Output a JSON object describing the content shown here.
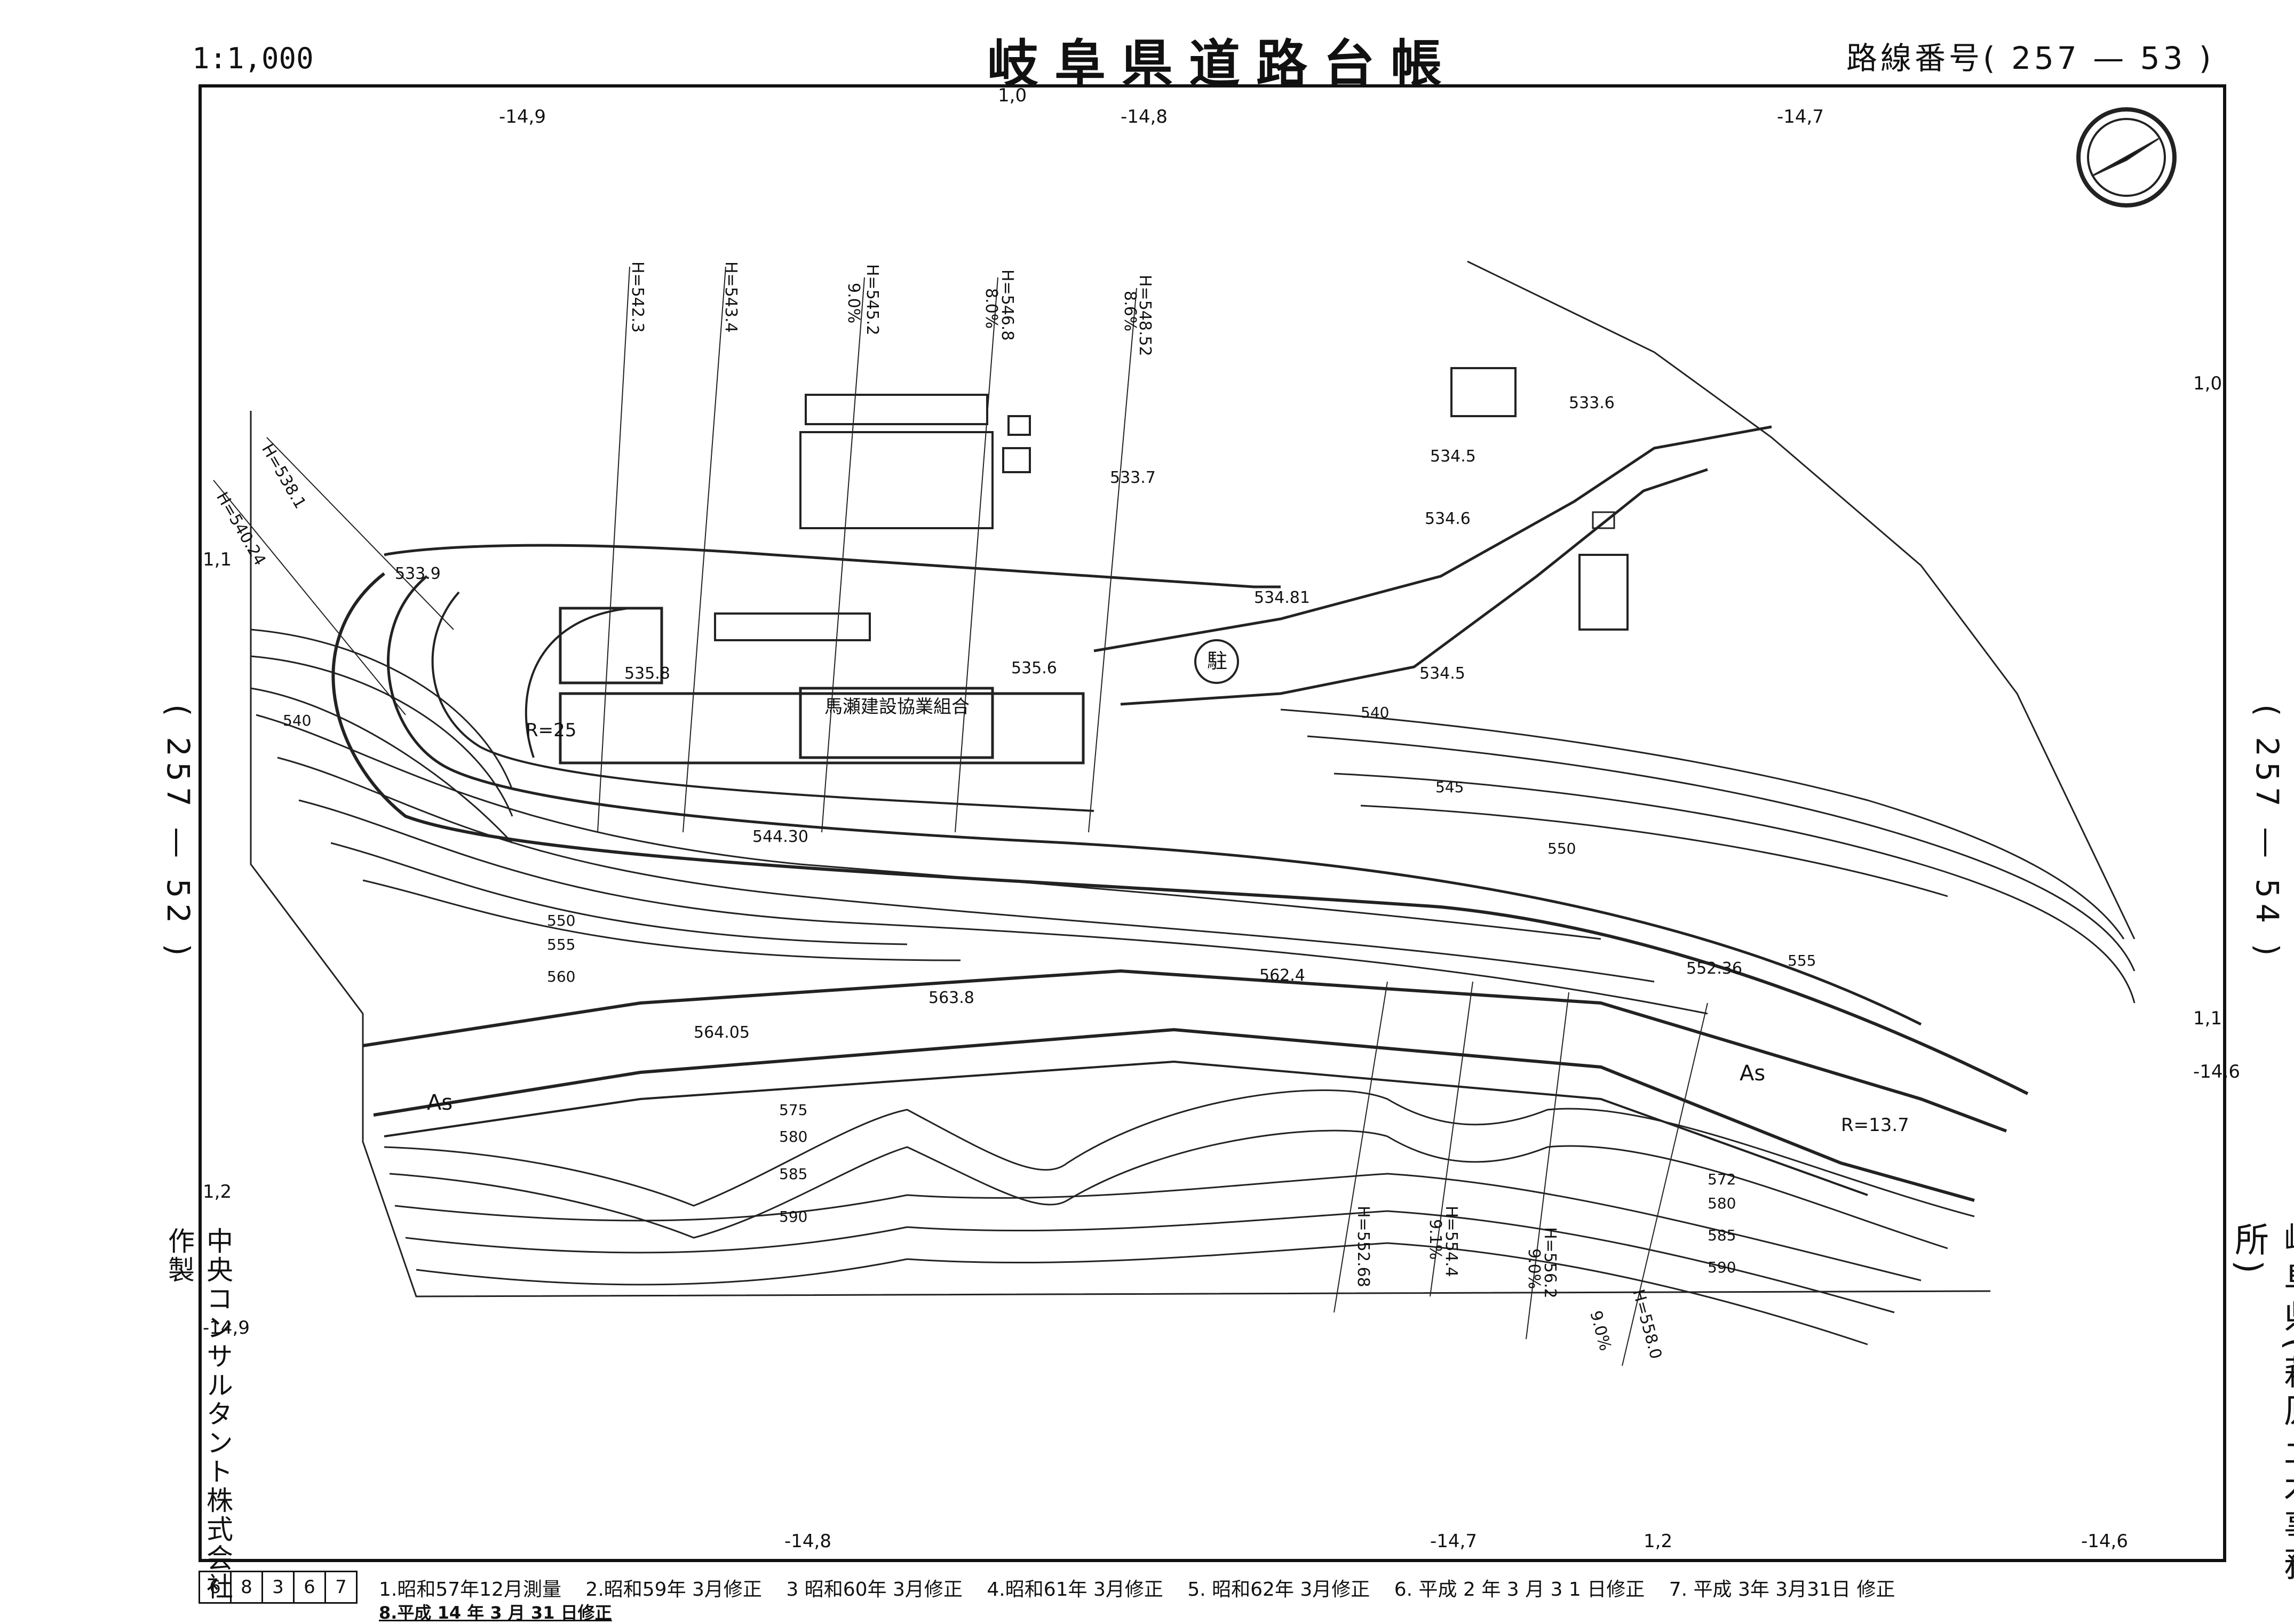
{
  "header": {
    "scale": "1:1,000",
    "title": "岐阜県道路台帳",
    "route_number": "路線番号( 257 — 53 )"
  },
  "side": {
    "left_route": "( 257 — 52 )",
    "right_route": "( 257 — 54 )",
    "maker": "中央コンサルタント株式会社作製",
    "office": "岐阜県(萩原土木事務所)"
  },
  "sheet_id_digits": [
    "6",
    "8",
    "3",
    "6",
    "7"
  ],
  "revisions": [
    "1.昭和57年12月測量",
    "2.昭和59年 3月修正",
    "3 昭和60年 3月修正",
    "4.昭和61年 3月修正",
    "5. 昭和62年 3月修正",
    "6. 平成 2 年 3 月 3 1 日修正",
    "7. 平成 3年 3月31日 修正"
  ],
  "revision_8": "8.平成 14 年 3 月 31 日修正",
  "map": {
    "facility_label": "馬瀬建設協業組合",
    "parking_mark": "駐",
    "surface_labels": [
      "As",
      "As"
    ],
    "radius_labels": [
      "R=25",
      "R=13.7"
    ],
    "grid_marks": [
      "-14,9",
      "1,0",
      "-14,8",
      "-14,7",
      "1,1",
      "1,2",
      "-14,6",
      "-14,8",
      "-14,7",
      "1,2",
      "-14,6",
      "1,0",
      "1,1",
      "-14,9"
    ],
    "spot_heights": [
      "533.9",
      "533.7",
      "534.5",
      "533.6",
      "534.6",
      "534.81",
      "535.8",
      "535.6",
      "534.5",
      "544.30",
      "563.8",
      "562.4",
      "564.05",
      "552.36"
    ],
    "contour_labels": [
      "540",
      "540",
      "545",
      "550",
      "550",
      "555",
      "555",
      "560",
      "575",
      "580",
      "585",
      "590",
      "572",
      "580",
      "585",
      "590"
    ],
    "elevation_notes": [
      "H=538.1",
      "H=540.24",
      "H=542.3",
      "H=543.4",
      "H=545.2",
      "H=546.8",
      "H=548.52",
      "H=552.68",
      "H=554.4",
      "H=556.2",
      "H=558.0"
    ],
    "grade_notes": [
      "9.0%",
      "8.0%",
      "8.6%",
      "9.1%",
      "9.0%",
      "9.0%"
    ]
  }
}
